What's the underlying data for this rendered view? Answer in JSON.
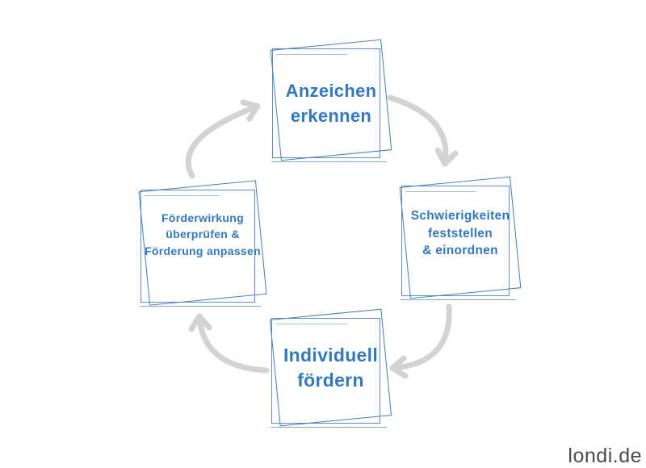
{
  "diagram": {
    "type": "cycle",
    "direction": "clockwise",
    "steps": [
      {
        "id": "anzeichen-erkennen",
        "position": "top",
        "lines": [
          "Anzeichen",
          "erkennen"
        ]
      },
      {
        "id": "schwierigkeiten-feststellen",
        "position": "right",
        "lines": [
          "Schwierigkeiten",
          "feststellen",
          "& einordnen"
        ]
      },
      {
        "id": "individuell-foerdern",
        "position": "bottom",
        "lines": [
          "Individuell",
          "fördern"
        ]
      },
      {
        "id": "foerderwirkung-ueberpruefen",
        "position": "left",
        "lines": [
          "Förderwirkung",
          "überprüfen &",
          "Förderung anpassen"
        ]
      }
    ],
    "arrows": [
      "top-to-right",
      "right-to-bottom",
      "bottom-to-left",
      "left-to-top"
    ]
  },
  "footer": {
    "watermark": "londi.de"
  },
  "colors": {
    "text_blue": "#3478bd",
    "frame_blue": "#4d82bb",
    "frame_blue_dark": "#3c74b4",
    "frame_blue_faint": "#8fb3d9",
    "arrow_gray": "#d3d3d3",
    "watermark_gray": "#4b4b4d",
    "background": "#ffffff"
  }
}
